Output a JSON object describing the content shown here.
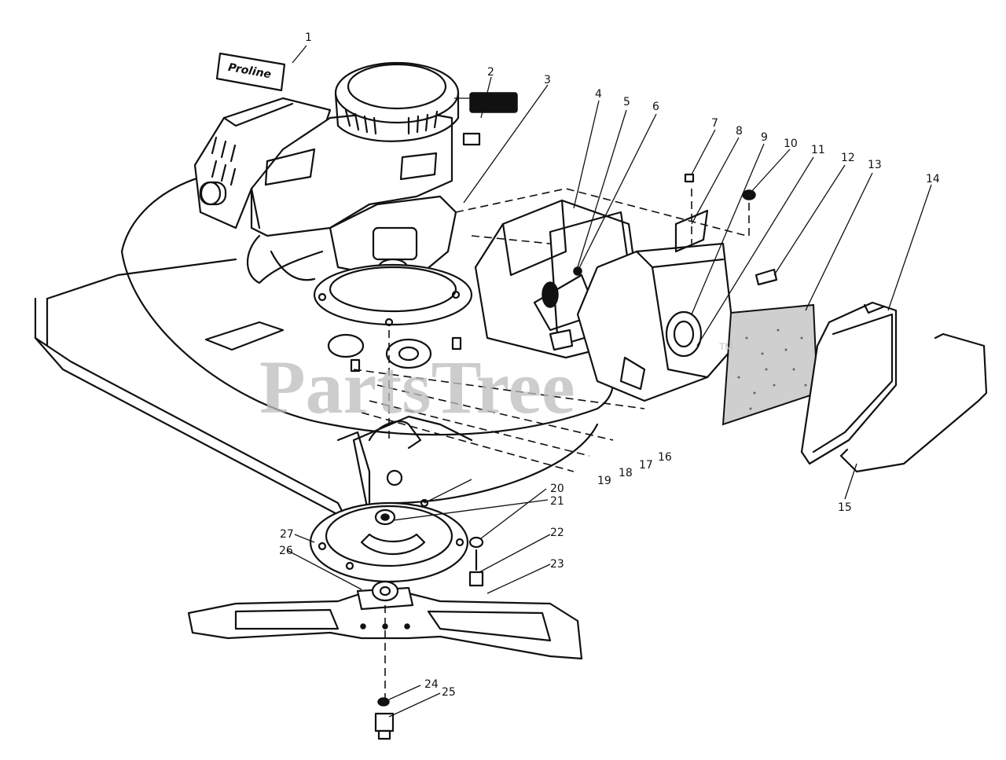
{
  "diagram": {
    "watermark": "PartsTree",
    "watermark_tm": "TM",
    "badge_text": "Proline",
    "callouts": [
      "1",
      "2",
      "3",
      "4",
      "5",
      "6",
      "7",
      "8",
      "9",
      "10",
      "11",
      "12",
      "13",
      "14",
      "15",
      "16",
      "17",
      "18",
      "19",
      "20",
      "21",
      "22",
      "23",
      "24",
      "25",
      "26",
      "27"
    ]
  }
}
